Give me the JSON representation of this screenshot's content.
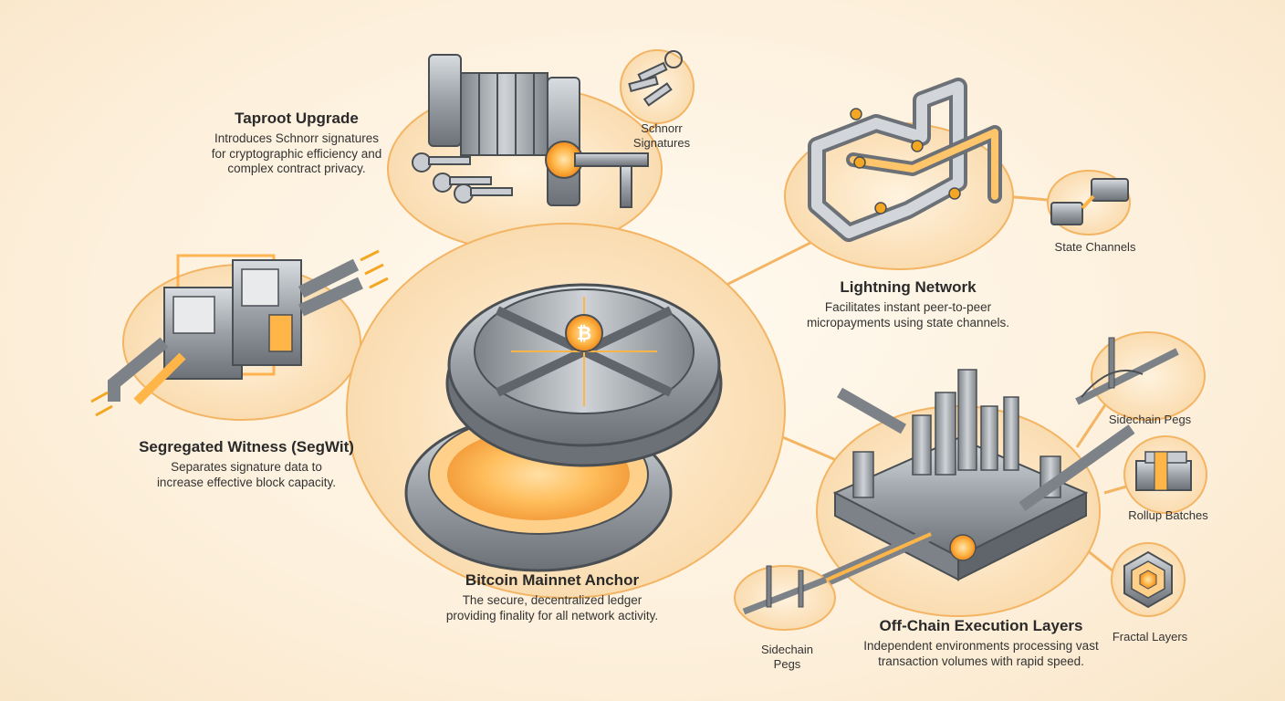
{
  "colors": {
    "accent": "#f5a623",
    "glow": "#ffb547",
    "metal": "#9aa0a6",
    "metal_dark": "#5f656b",
    "disc": "#fbe8cc"
  },
  "center": {
    "title": "Bitcoin Mainnet Anchor",
    "desc_line1": "The secure, decentralized ledger",
    "desc_line2": "providing finality for all network activity."
  },
  "taproot": {
    "title": "Taproot Upgrade",
    "desc_line1": "Introduces Schnorr signatures",
    "desc_line2": "for cryptographic efficiency and",
    "desc_line3": "complex contract privacy.",
    "sub_line1": "Schnorr",
    "sub_line2": "Signatures"
  },
  "lightning": {
    "title": "Lightning Network",
    "desc_line1": "Facilitates instant peer-to-peer",
    "desc_line2": "micropayments using state channels.",
    "sub": "State Channels"
  },
  "segwit": {
    "title": "Segregated Witness (SegWit)",
    "desc_line1": "Separates signature data to",
    "desc_line2": "increase effective block capacity."
  },
  "offchain": {
    "title": "Off-Chain Execution Layers",
    "desc_line1": "Independent environments processing vast",
    "desc_line2": "transaction volumes with rapid speed.",
    "sub_sidechain_right": "Sidechain Pegs",
    "sub_rollup": "Rollup Batches",
    "sub_fractal": "Fractal Layers",
    "sub_sidechain_left_line1": "Sidechain",
    "sub_sidechain_left_line2": "Pegs"
  },
  "icons": {
    "center": "bitcoin-vault-icon",
    "taproot": "combination-lock-icon",
    "keys": "key-ring-icon",
    "lightning": "pipe-network-icon",
    "usb": "usb-connector-icon",
    "segwit": "data-server-icon",
    "city": "city-platform-icon",
    "bridge": "bridge-icon",
    "rollup": "stacked-batches-icon",
    "fractal": "fractal-hexagon-icon"
  }
}
